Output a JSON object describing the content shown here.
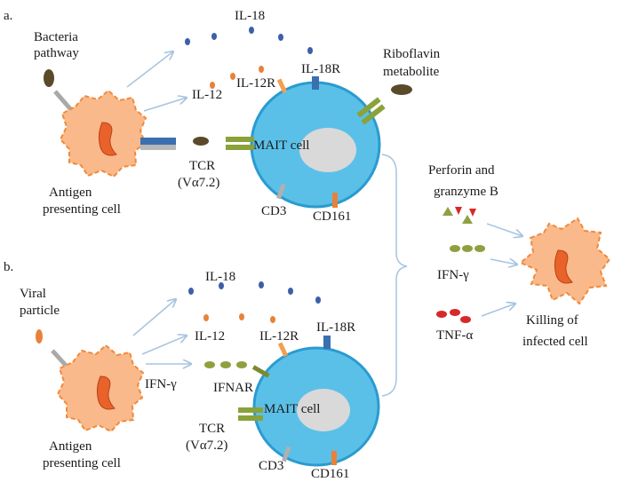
{
  "panel_a": {
    "label": "a.",
    "bacteria_pathway": [
      "Bacteria",
      "pathway"
    ],
    "il18": "IL-18",
    "il12": "IL-12",
    "il12r": "IL-12R",
    "il18r": "IL-18R",
    "riboflavin": [
      "Riboflavin",
      "metabolite"
    ],
    "mait_cell": "MAIT cell",
    "tcr": [
      "TCR",
      "(Vα7.2)"
    ],
    "apc": [
      "Antigen",
      "presenting cell"
    ],
    "cd3": "CD3",
    "cd161": "CD161"
  },
  "panel_b": {
    "label": "b.",
    "viral_particle": [
      "Viral",
      "particle"
    ],
    "il18": "IL-18",
    "il12": "IL-12",
    "il12r": "IL-12R",
    "il18r": "IL-18R",
    "ifn_gamma": "IFN-γ",
    "ifnar": "IFNAR",
    "mait_cell": "MAIT cell",
    "tcr": [
      "TCR",
      "(Vα7.2)"
    ],
    "apc": [
      "Antigen",
      "presenting cell"
    ],
    "cd3": "CD3",
    "cd161": "CD161"
  },
  "effector": {
    "perforin": [
      "Perforin and",
      "granzyme B"
    ],
    "ifn_gamma": "IFN-γ",
    "tnf_alpha": "TNF-α",
    "killing": [
      "Killing of",
      "infected cell"
    ]
  },
  "colors": {
    "apc_fill": "#f9b98a",
    "apc_stroke": "#f08a3c",
    "apc_nucleus": "#e8622a",
    "mait_fill": "#5bc0e8",
    "mait_stroke": "#2a9bd0",
    "mait_nucleus": "#d9d9d9",
    "il18_dot": "#3d5fa8",
    "il12_dot": "#e8823a",
    "ifn_dot": "#8fa040",
    "tcr_green": "#8aa23a",
    "tnf_red": "#d62a2a",
    "receptor_blue": "#3b6fb0",
    "receptor_orange": "#f0a050",
    "metabolite_brown": "#5a4a2a",
    "arrow": "#a8c4e0"
  }
}
